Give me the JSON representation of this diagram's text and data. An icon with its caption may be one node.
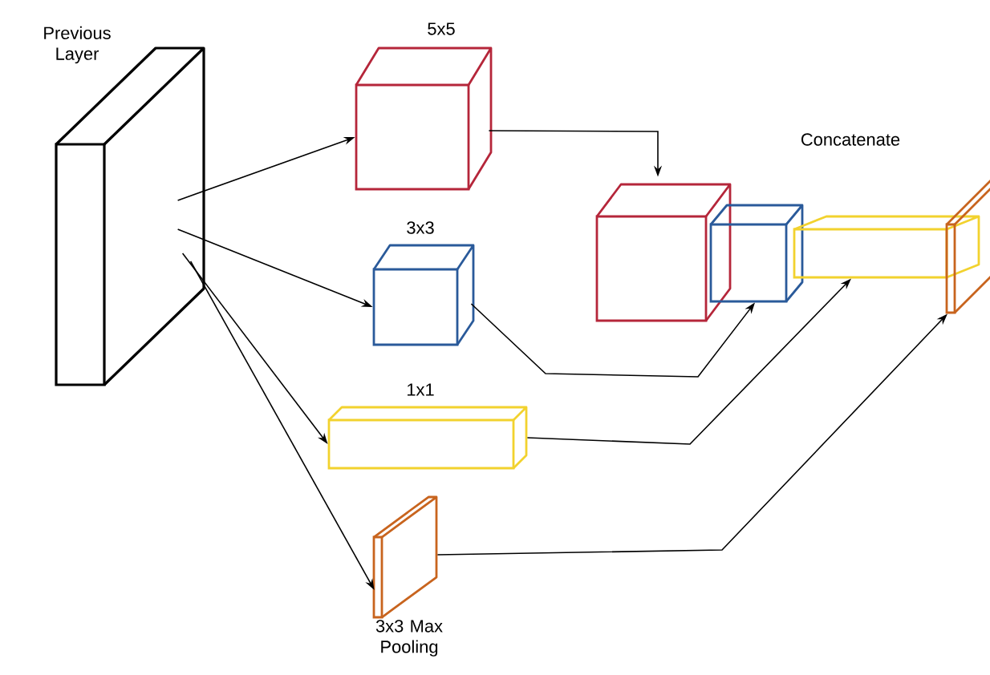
{
  "diagram": {
    "nodes": [
      {
        "text": [
          "Previous Layer"
        ]
      },
      {
        "text": [
          "5x5"
        ]
      },
      {
        "text": [
          "3x3"
        ]
      },
      {
        "text": [
          "1x1"
        ]
      },
      {
        "text": [
          "3x3 Max Pooling"
        ]
      },
      {
        "text": [],
        "shape": "box"
      },
      {
        "text": [],
        "shape": "box"
      },
      {
        "text": [],
        "shape": "box"
      },
      {
        "text": [],
        "shape": "box"
      }
    ],
    "edges": [
      {
        "from": 0,
        "to": 1,
        "arrow": "to"
      },
      {
        "from": 0,
        "to": 2,
        "arrow": "to"
      },
      {
        "from": 0,
        "to": 3,
        "arrow": "to"
      },
      {
        "from": 0,
        "to": 4,
        "arrow": "to"
      },
      {
        "from": 1,
        "to": 5,
        "arrow": "to"
      },
      {
        "from": 2,
        "to": 6,
        "arrow": "to"
      },
      {
        "from": 3,
        "to": 7,
        "arrow": "to"
      },
      {
        "from": 4,
        "to": 8,
        "arrow": "to"
      }
    ],
    "labels": [
      "Concatenate"
    ]
  }
}
